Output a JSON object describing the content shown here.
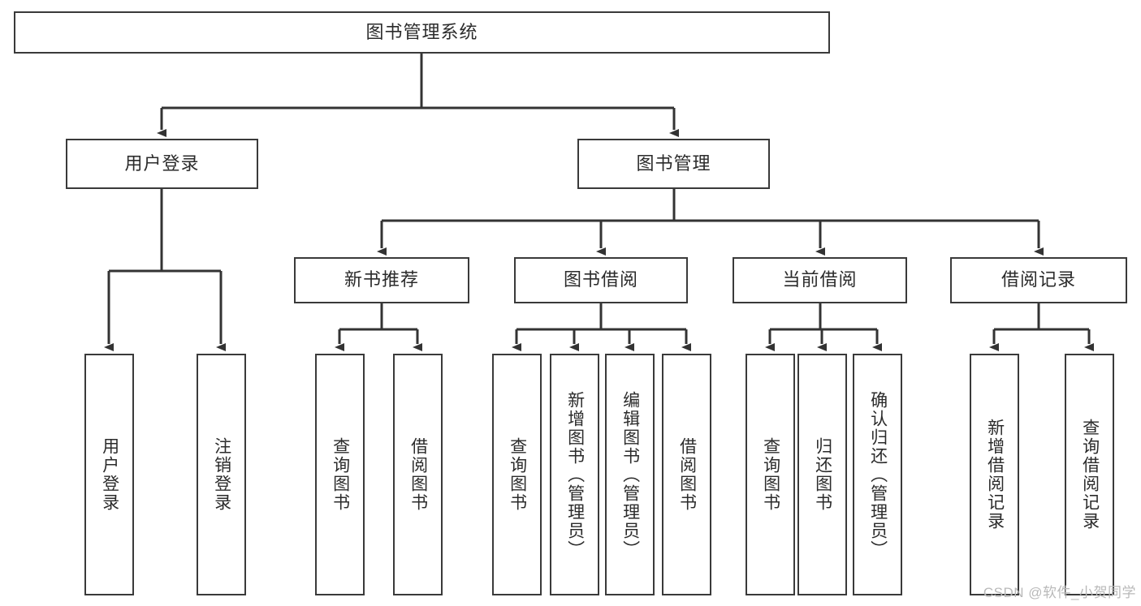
{
  "diagram": {
    "type": "tree-hierarchy-chart",
    "title": "图书管理系统",
    "watermark": "CSDN @软件_小贺同学",
    "colors": {
      "box_border": "#3a3a3a",
      "box_fill": "#ffffff",
      "text": "#2b2b2b",
      "connector": "#333333",
      "watermark": "#b9b9b9",
      "background": "#ffffff"
    },
    "levels": [
      {
        "level": 1,
        "nodes": [
          {
            "id": "root",
            "label": "图书管理系统",
            "orientation": "horizontal"
          }
        ]
      },
      {
        "level": 2,
        "nodes": [
          {
            "id": "user-login",
            "label": "用户登录",
            "orientation": "horizontal",
            "parent": "root"
          },
          {
            "id": "book-mgmt",
            "label": "图书管理",
            "orientation": "horizontal",
            "parent": "root"
          }
        ]
      },
      {
        "level": 3,
        "nodes": [
          {
            "id": "new-book-rec",
            "label": "新书推荐",
            "orientation": "horizontal",
            "parent": "book-mgmt"
          },
          {
            "id": "book-borrow",
            "label": "图书借阅",
            "orientation": "horizontal",
            "parent": "book-mgmt"
          },
          {
            "id": "current-borrow",
            "label": "当前借阅",
            "orientation": "horizontal",
            "parent": "book-mgmt"
          },
          {
            "id": "borrow-record",
            "label": "借阅记录",
            "orientation": "horizontal",
            "parent": "book-mgmt"
          }
        ]
      },
      {
        "level": 4,
        "nodes": [
          {
            "id": "leaf-user-login",
            "label": "用户登录",
            "orientation": "vertical",
            "parent": "user-login"
          },
          {
            "id": "leaf-logout-login",
            "label": "注销登录",
            "orientation": "vertical",
            "parent": "user-login"
          },
          {
            "id": "leaf-query-book-1",
            "label": "查询图书",
            "orientation": "vertical",
            "parent": "new-book-rec"
          },
          {
            "id": "leaf-borrow-book-1",
            "label": "借阅图书",
            "orientation": "vertical",
            "parent": "new-book-rec"
          },
          {
            "id": "leaf-query-book-2",
            "label": "查询图书",
            "orientation": "vertical",
            "parent": "book-borrow"
          },
          {
            "id": "leaf-add-book",
            "label": "新增图书（管理员）",
            "orientation": "vertical",
            "parent": "book-borrow"
          },
          {
            "id": "leaf-edit-book",
            "label": "编辑图书（管理员）",
            "orientation": "vertical",
            "parent": "book-borrow"
          },
          {
            "id": "leaf-borrow-book-2",
            "label": "借阅图书",
            "orientation": "vertical",
            "parent": "book-borrow"
          },
          {
            "id": "leaf-query-book-3",
            "label": "查询图书",
            "orientation": "vertical",
            "parent": "current-borrow"
          },
          {
            "id": "leaf-return-book",
            "label": "归还图书",
            "orientation": "vertical",
            "parent": "current-borrow"
          },
          {
            "id": "leaf-confirm-return",
            "label": "确认归还（管理员）",
            "orientation": "vertical",
            "parent": "current-borrow"
          },
          {
            "id": "leaf-add-record",
            "label": "新增借阅记录",
            "orientation": "vertical",
            "parent": "borrow-record"
          },
          {
            "id": "leaf-query-record",
            "label": "查询借阅记录",
            "orientation": "vertical",
            "parent": "borrow-record"
          }
        ]
      }
    ]
  }
}
